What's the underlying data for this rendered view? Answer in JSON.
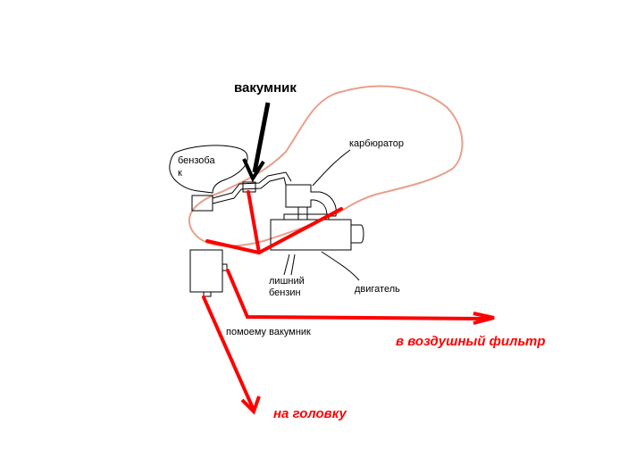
{
  "colors": {
    "background": "#ffffff",
    "ink": "#000000",
    "red_line": "#ff0000",
    "outline_salmon": "#e8a08c"
  },
  "labels": {
    "vacuum_unit": "вакумник",
    "fuel_tank_line1": "бензоба",
    "fuel_tank_line2": "к",
    "carburetor": "карбюратор",
    "engine": "двигатель",
    "excess_fuel_line1": "лишний",
    "excess_fuel_line2": "бензин",
    "probably_vacuum": "помоему вакумник",
    "to_air_filter": "в воздушный фильтр",
    "to_head": "на головку"
  }
}
